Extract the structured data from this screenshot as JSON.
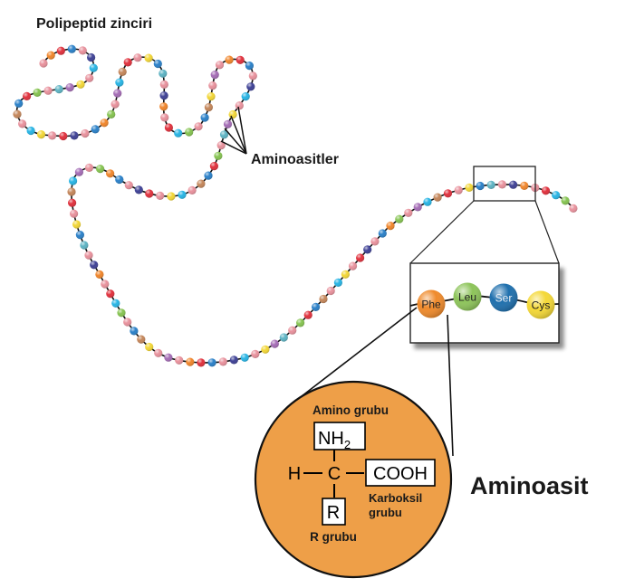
{
  "labels": {
    "chain_title": "Polipeptid zinciri",
    "amino_acids_label": "Aminoasitler",
    "amino_acid_title": "Aminoasit"
  },
  "residues": [
    "Phe",
    "Leu",
    "Ser",
    "Cys"
  ],
  "molecule": {
    "amino_group_label": "Amino grubu",
    "nh": "NH",
    "nh_sub": "2",
    "hydrogen": "H",
    "carbon": "C",
    "carboxyl": "COOH",
    "r": "R",
    "carboxyl_label_1": "Karboksil",
    "carboxyl_label_2": "grubu",
    "r_group_label": "R grubu"
  },
  "colors": {
    "bead_palette": [
      "#e8919c",
      "#e0303c",
      "#2a80c8",
      "#27b4e4",
      "#f0852a",
      "#f2d635",
      "#85c350",
      "#a46cb5",
      "#3e4195",
      "#c4865a",
      "#5db3c3"
    ],
    "circle_fill": "#ee9f48",
    "phe": "#ef8a2b",
    "leu": "#8dc45a",
    "ser": "#1e6fad",
    "cys": "#f4d836"
  }
}
